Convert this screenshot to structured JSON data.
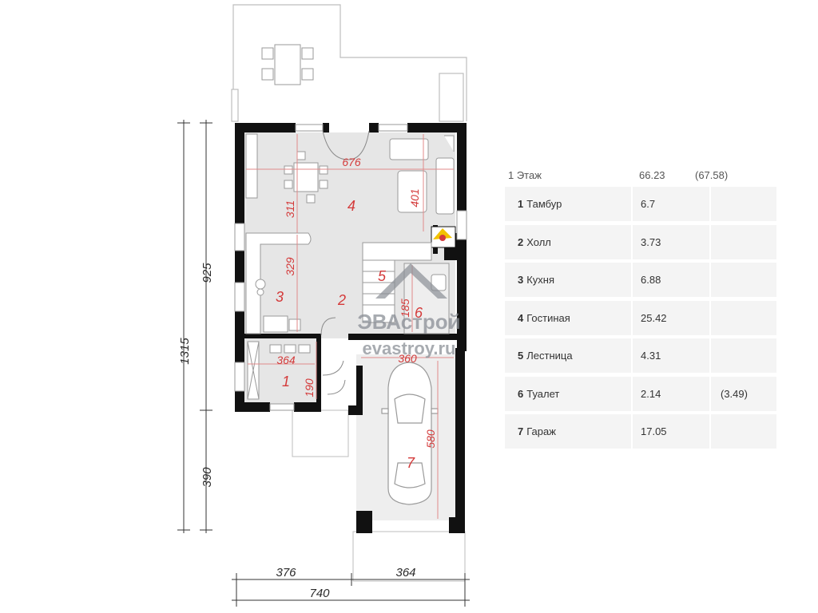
{
  "plan": {
    "dims": {
      "total_height": "1315",
      "upper_height": "925",
      "lower_height": "390",
      "left_width": "376",
      "right_width": "364",
      "total_width": "740"
    },
    "rooms": {
      "r1": "1",
      "r2": "2",
      "r3": "3",
      "r4": "4",
      "r5": "5",
      "r6": "6",
      "r7": "7"
    },
    "room_dims": {
      "d676": "676",
      "d401": "401",
      "d311": "311",
      "d329": "329",
      "d364": "364",
      "d190": "190",
      "d360": "360",
      "d580": "580",
      "d185": "185"
    },
    "watermark": {
      "brand": "ЭВАстрой",
      "site": "evastroy.ru"
    }
  },
  "table": {
    "header": {
      "floor": "1 Этаж",
      "area": "66.23",
      "alt": "(67.58)"
    },
    "rows": [
      {
        "num": "1",
        "name": "Тамбур",
        "area": "6.7",
        "alt": ""
      },
      {
        "num": "2",
        "name": "Холл",
        "area": "3.73",
        "alt": ""
      },
      {
        "num": "3",
        "name": "Кухня",
        "area": "6.88",
        "alt": ""
      },
      {
        "num": "4",
        "name": "Гостиная",
        "area": "25.42",
        "alt": ""
      },
      {
        "num": "5",
        "name": "Лестница",
        "area": "4.31",
        "alt": ""
      },
      {
        "num": "6",
        "name": "Туалет",
        "area": "2.14",
        "alt": "(3.49)"
      },
      {
        "num": "7",
        "name": "Гараж",
        "area": "17.05",
        "alt": ""
      }
    ]
  },
  "colors": {
    "wall": "#111111",
    "floor": "#e8e8e8",
    "furniture": "#ffffff",
    "outline": "#aaaaaa",
    "accent": "#d43a3a",
    "fire": "#f2c200"
  }
}
